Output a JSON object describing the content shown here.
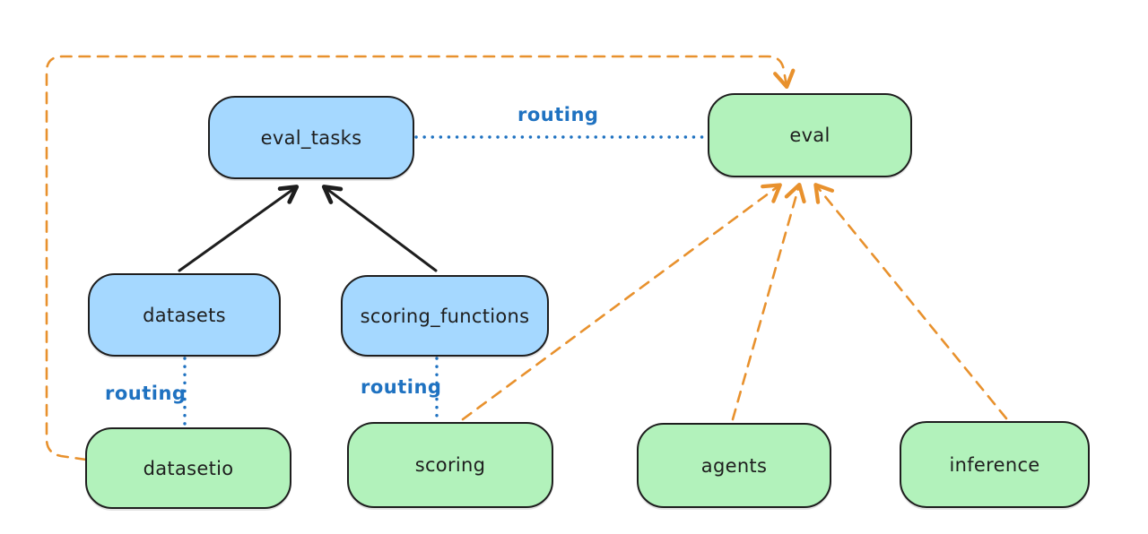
{
  "colors": {
    "api_box_fill": "#a5d8ff",
    "provider_box_fill": "#b2f2bb",
    "box_stroke": "#1e1e1e",
    "routing_blue": "#1f72c1",
    "dependency_orange": "#e8912d",
    "background": "#ffffff"
  },
  "nodes": [
    {
      "id": "eval_tasks",
      "label": "eval_tasks",
      "color": "blue"
    },
    {
      "id": "eval",
      "label": "eval",
      "color": "green"
    },
    {
      "id": "datasets",
      "label": "datasets",
      "color": "blue"
    },
    {
      "id": "scoring_functions",
      "label": "scoring_functions",
      "color": "blue"
    },
    {
      "id": "datasetio",
      "label": "datasetio",
      "color": "green"
    },
    {
      "id": "scoring",
      "label": "scoring",
      "color": "green"
    },
    {
      "id": "agents",
      "label": "agents",
      "color": "green"
    },
    {
      "id": "inference",
      "label": "inference",
      "color": "green"
    }
  ],
  "edge_labels": [
    {
      "edge": "eval_tasks-eval",
      "text": "routing"
    },
    {
      "edge": "datasets-datasetio",
      "text": "routing"
    },
    {
      "edge": "scoring_functions-scoring",
      "text": "routing"
    }
  ],
  "edges": [
    {
      "from": "datasets",
      "to": "eval_tasks",
      "style": "solid-black-arrow"
    },
    {
      "from": "scoring_functions",
      "to": "eval_tasks",
      "style": "solid-black-arrow"
    },
    {
      "from": "eval_tasks",
      "to": "eval",
      "style": "dotted-blue",
      "label": "routing"
    },
    {
      "from": "datasets",
      "to": "datasetio",
      "style": "dotted-blue",
      "label": "routing"
    },
    {
      "from": "scoring_functions",
      "to": "scoring",
      "style": "dotted-blue",
      "label": "routing"
    },
    {
      "from": "scoring",
      "to": "eval",
      "style": "dashed-orange-arrow"
    },
    {
      "from": "agents",
      "to": "eval",
      "style": "dashed-orange-arrow"
    },
    {
      "from": "inference",
      "to": "eval",
      "style": "dashed-orange-arrow"
    },
    {
      "from": "datasetio",
      "to": "eval",
      "style": "dashed-orange-arrow"
    }
  ]
}
